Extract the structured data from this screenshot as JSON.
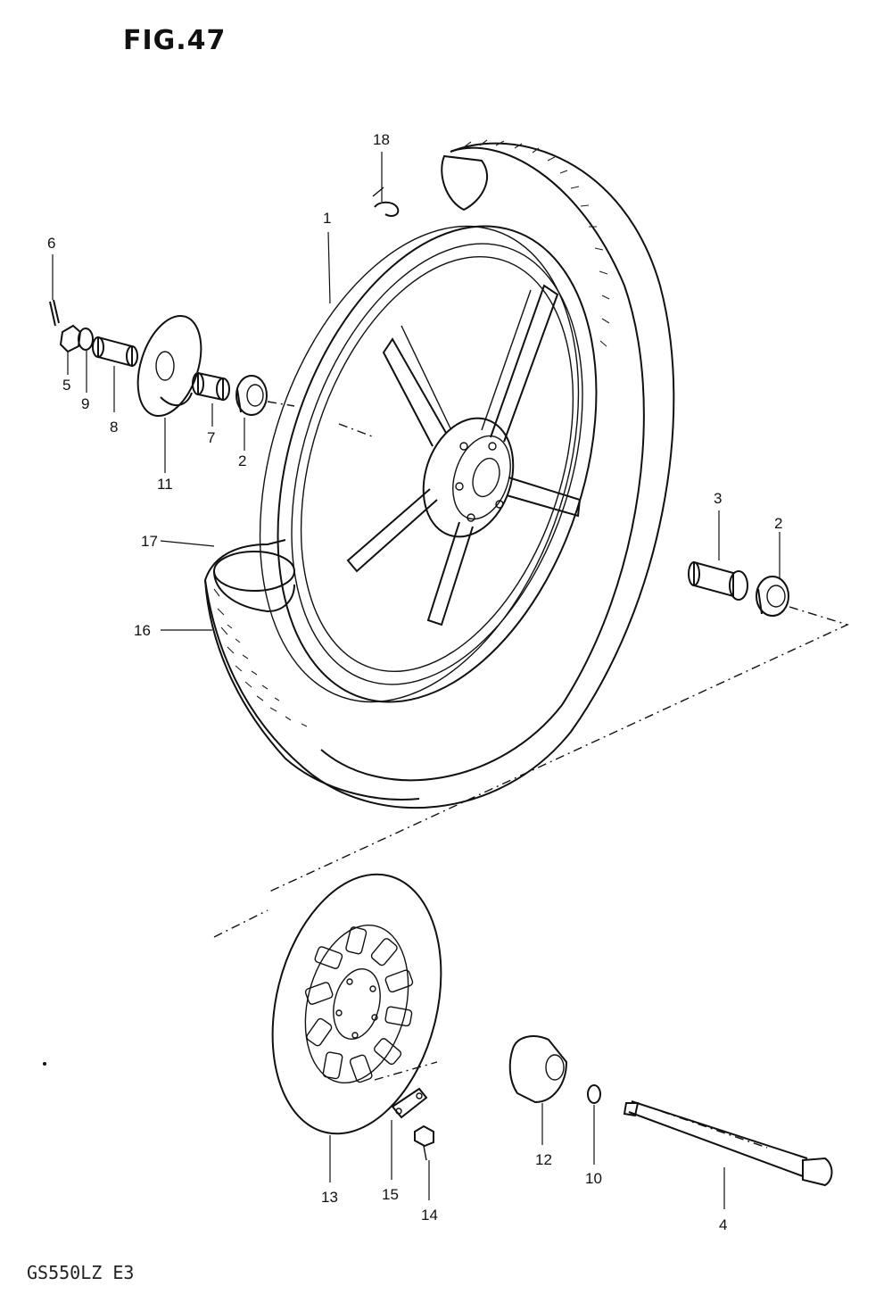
{
  "figure": {
    "title": "FIG.47",
    "model_code": "GS550LZ E3"
  },
  "callouts": {
    "c1": "1",
    "c2a": "2",
    "c2b": "2",
    "c3": "3",
    "c4": "4",
    "c5": "5",
    "c6": "6",
    "c7": "7",
    "c8": "8",
    "c9": "9",
    "c10": "10",
    "c11": "11",
    "c12": "12",
    "c13": "13",
    "c14": "14",
    "c15": "15",
    "c16": "16",
    "c17": "17",
    "c18": "18"
  }
}
